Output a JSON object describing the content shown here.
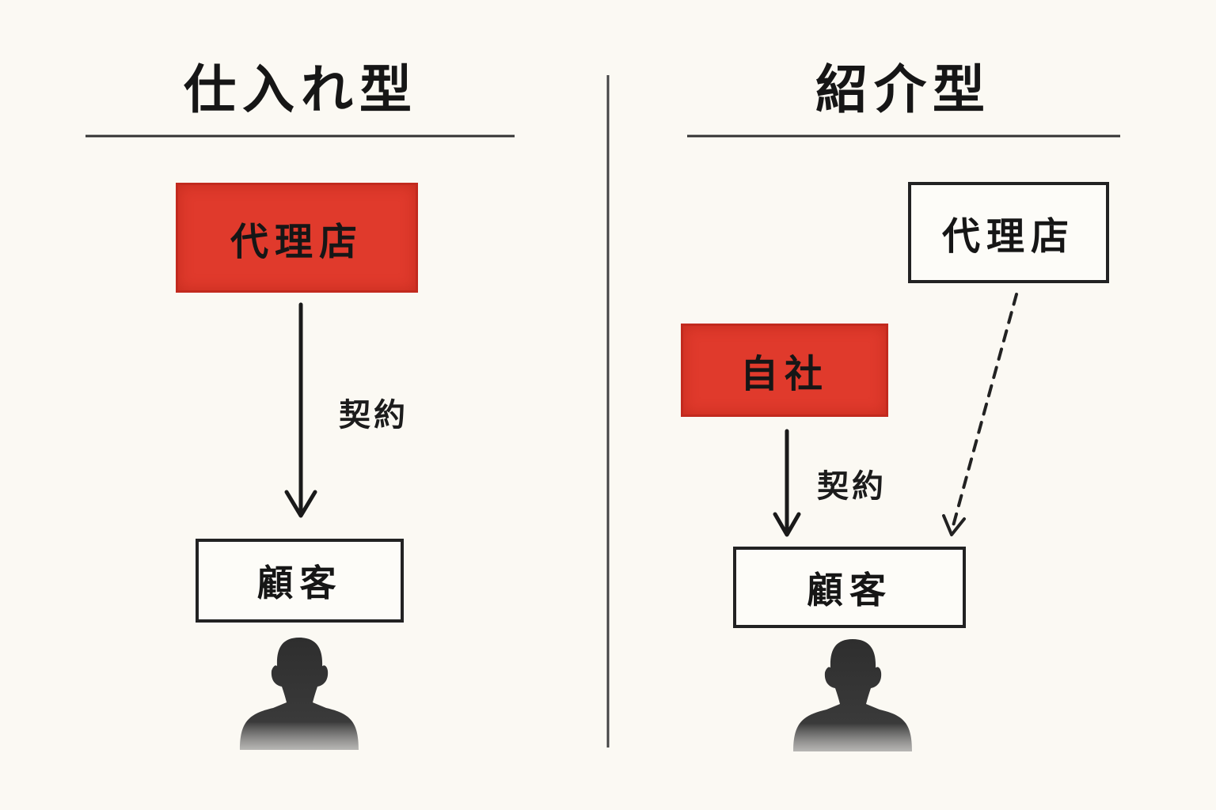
{
  "left_panel": {
    "title": "仕入れ型",
    "agency_box": {
      "label": "代理店",
      "fill": "red"
    },
    "edge_label": "契約",
    "customer_box": {
      "label": "顧客"
    },
    "person_icon": "person-silhouette-icon"
  },
  "right_panel": {
    "title": "紹介型",
    "agency_box": {
      "label": "代理店",
      "fill": "white"
    },
    "company_box": {
      "label": "自社",
      "fill": "red"
    },
    "edge_label": "契約",
    "customer_box": {
      "label": "顧客"
    },
    "person_icon": "person-silhouette-icon"
  },
  "colors": {
    "background": "#fbf9f3",
    "accent_red": "#e03a2c",
    "ink": "#161616"
  }
}
